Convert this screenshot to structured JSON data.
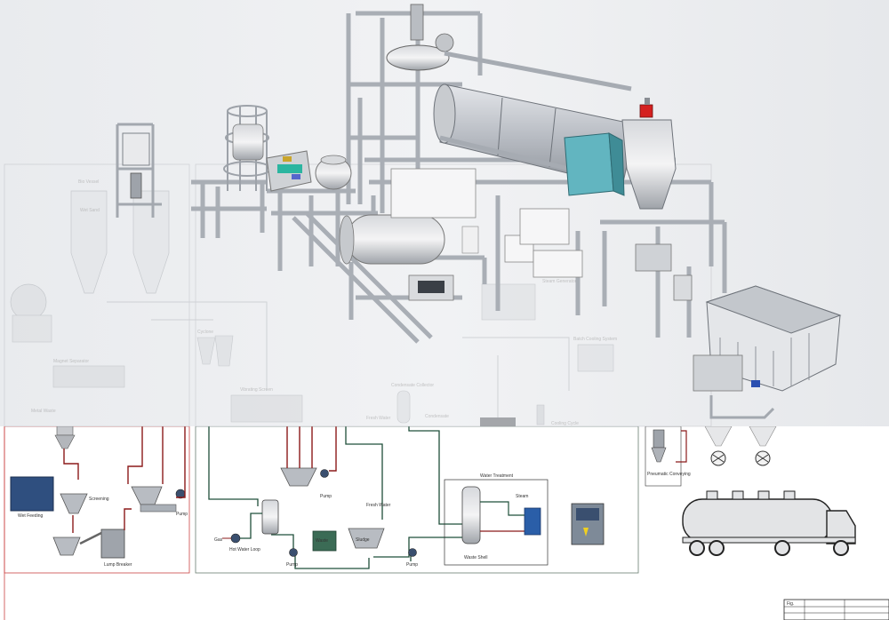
{
  "labels": {
    "dry_vessel": "Bio Vessel",
    "wet_vessel": "Wet Sand",
    "magnet_separator": "Magnet Separator",
    "metal_waste": "Metal Waste",
    "wet_feeding": "Wet Feeding",
    "screening": "Screening",
    "lump_breaker": "Lump Breaker",
    "pump_a": "Pump",
    "pump_b": "Pump",
    "pump_c": "Pump",
    "pump_d": "Pump",
    "hot_water_loop": "Hot Water Loop",
    "fresh_water": "Fresh Water",
    "sludge": "Sludge",
    "waste": "Waste",
    "water_treatment": "Water Treatment",
    "steam": "Steam",
    "waste_shell": "Waste Shell",
    "gas": "Gas",
    "pneumatic_conveying": "Pneumatic Conveying",
    "condensate_collector": "Condensate Collector",
    "fresh_water_treatment": "Fresh Water",
    "condensate": "Condensate",
    "cooling_cycle": "Cooling Cycle",
    "batch_cooling_system": "Batch Cooling System",
    "steam_generator": "Steam Generator",
    "cyclone": "Cyclone",
    "vibrating_screen": "Vibrating Screen",
    "title_block": "Fig."
  },
  "colors": {
    "process_line": "#8b1a1a",
    "water_line": "#1f4f3a",
    "blue_line": "#2a4f8a",
    "tank_blue": "#2f4f7f",
    "frame": "#a6abb3",
    "render_bg": "#ebedf0"
  }
}
